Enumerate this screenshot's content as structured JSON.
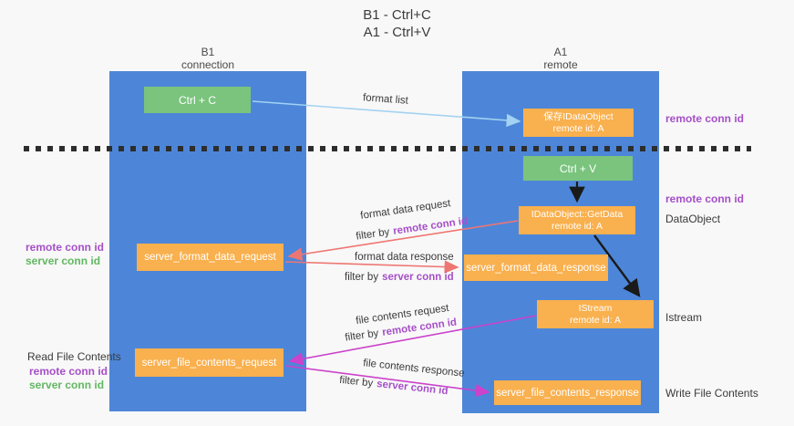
{
  "title": {
    "line1": "B1 - Ctrl+C",
    "line2": "A1 - Ctrl+V"
  },
  "columns": {
    "left": {
      "name": "B1",
      "role": "connection"
    },
    "right": {
      "name": "A1",
      "role": "remote"
    }
  },
  "boxes": {
    "ctrl_c": "Ctrl + C",
    "ctrl_v": "Ctrl + V",
    "save_idataobject": {
      "line1": "保存IDataObject",
      "line2": "remote id: A"
    },
    "getdata": {
      "line1": "IDataObject::GetData",
      "line2": "remote id: A"
    },
    "istream": {
      "line1": "IStream",
      "line2": "remote id: A"
    },
    "server_format_data_request": "server_format_data_request",
    "server_format_data_response": "server_format_data_response",
    "server_file_contents_request": "server_file_contents_request",
    "server_file_contents_response": "server_file_contents_response"
  },
  "labels": {
    "format_list": "format list",
    "format_data_request": "format data request",
    "format_data_response": "format data response",
    "file_contents_request": "file contents request",
    "file_contents_response": "file contents response",
    "filter_by": "filter by",
    "remote_conn_id": "remote conn id",
    "server_conn_id": "server conn id",
    "dataobject": "DataObject",
    "istream_side": "Istream",
    "read_file_contents": "Read File Contents",
    "write_file_contents": "Write File Contents"
  },
  "colors": {
    "column_blue": "#4d86d8",
    "box_green": "#7ac47e",
    "box_orange": "#f9b04e",
    "arrow_lightblue": "#a3d2f2",
    "arrow_salmon": "#ee7672",
    "arrow_magenta": "#cb42cb",
    "arrow_black": "#1a1a1a",
    "text_purple": "#a64fc8",
    "text_green": "#62b862",
    "background": "#f8f8f8"
  }
}
